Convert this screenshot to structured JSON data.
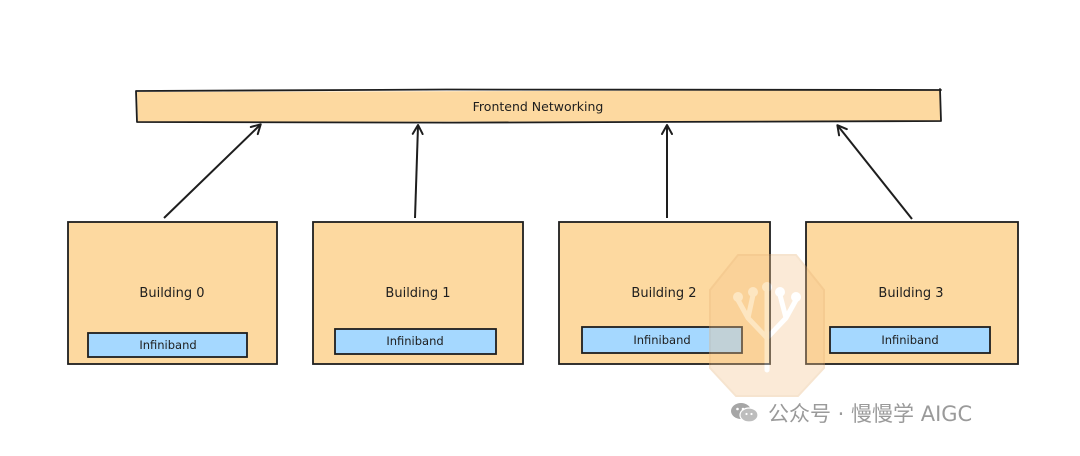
{
  "frontend": {
    "label": "Frontend Networking"
  },
  "buildings": [
    {
      "label": "Building 0",
      "fabric": "Infiniband"
    },
    {
      "label": "Building 1",
      "fabric": "Infiniband"
    },
    {
      "label": "Building 2",
      "fabric": "Infiniband"
    },
    {
      "label": "Building 3",
      "fabric": "Infiniband"
    }
  ],
  "watermark": {
    "text": "公众号 · 慢慢学 AIGC",
    "icon": "wechat-icon"
  },
  "colors": {
    "box_fill": "#fdd9a0",
    "fabric_fill": "#a5d8ff",
    "stroke": "#1e1e1e",
    "watermark": "#9a9a9a"
  }
}
